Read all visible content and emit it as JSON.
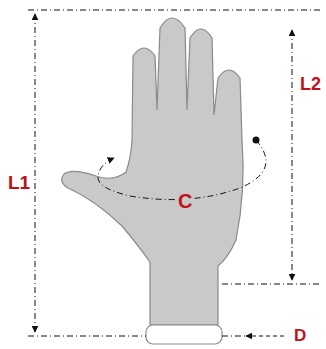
{
  "diagram": {
    "labels": [
      "L1",
      "L2",
      "C",
      "D"
    ]
  }
}
